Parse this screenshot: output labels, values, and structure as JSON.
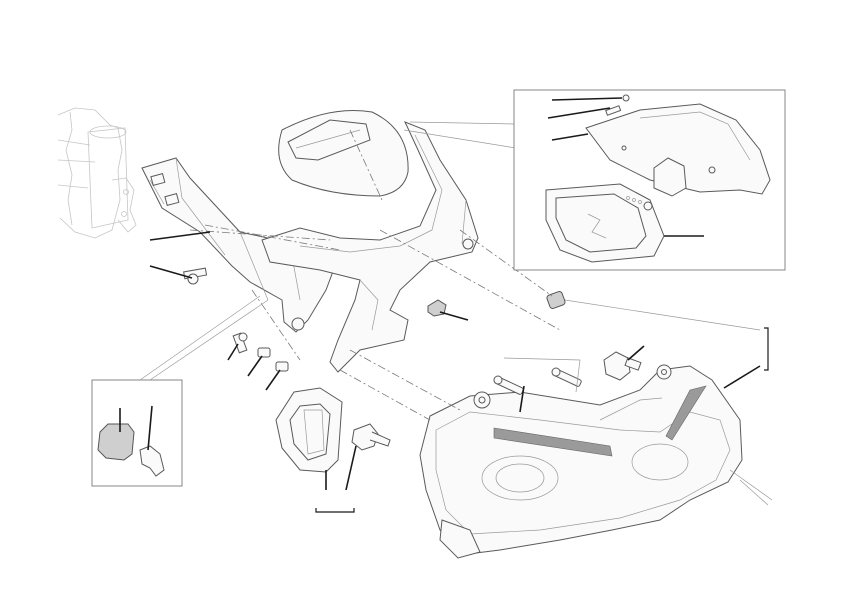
{
  "diagram": {
    "leader_labels": [],
    "colors": {
      "line": "#6a6a6a",
      "leader": "#1a1a1a",
      "ghost": "#c6c6c6",
      "strip": "#9a9a9a",
      "background": "#ffffff"
    },
    "parts": [
      "ghost-motorcycle-front",
      "headlight-support-bracket",
      "bracket-bolt",
      "instrument-panel-cover",
      "fairing-frame",
      "rubber-grommet",
      "spacer-bushing",
      "headlight-assembly",
      "bulb-holder",
      "lens-frame-cover",
      "detail-box-rubber-pads",
      "detail-box-instrument-cluster",
      "instrument-dashboard",
      "instrument-cover-shell"
    ]
  }
}
